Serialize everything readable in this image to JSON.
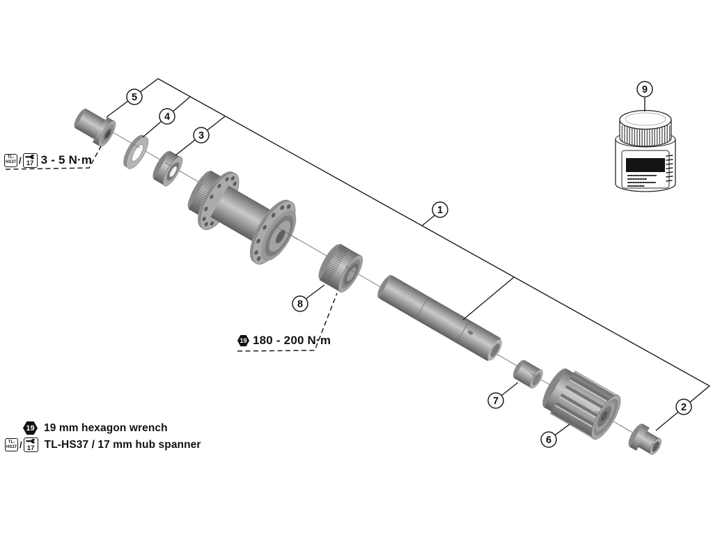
{
  "diagram_type": "exploded-parts-diagram",
  "callouts": {
    "c1": "1",
    "c2": "2",
    "c3": "3",
    "c4": "4",
    "c5": "5",
    "c6": "6",
    "c7": "7",
    "c8": "8",
    "c9": "9"
  },
  "torque1": {
    "box_line1": "TL-",
    "box_line2": "HS37",
    "slash": "/",
    "wrench_num": "17",
    "value": "3 - 5 N·m"
  },
  "torque2": {
    "hex_num": "19",
    "value": "180 - 200 N·m"
  },
  "legend": {
    "hex_num": "19",
    "row1_label": "19 mm hexagon wrench",
    "box_line1": "TL-",
    "box_line2": "HS37",
    "slash": "/",
    "wrench_num": "17",
    "row2_label": "TL-HS37 / 17 mm hub spanner"
  },
  "colors": {
    "line": "#1c1c1c",
    "part_mid": "#9d9d9d",
    "background": "#ffffff"
  }
}
